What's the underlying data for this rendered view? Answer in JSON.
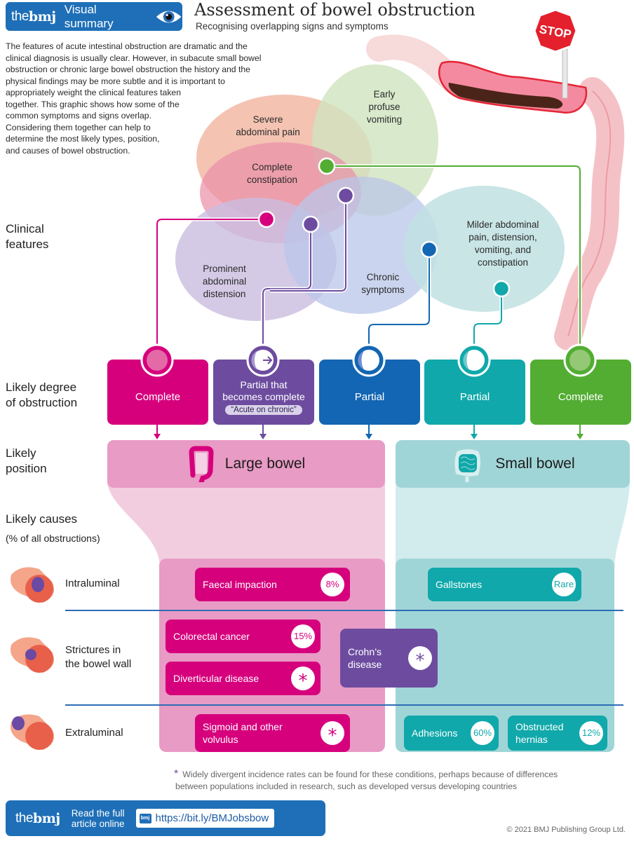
{
  "header": {
    "brand_the": "the",
    "brand_bmj": "bmj",
    "brand_label": "Visual summary",
    "title": "Assessment of bowel obstruction",
    "subtitle": "Recognising overlapping signs and symptoms"
  },
  "intro_lines": [
    "The features of acute intestinal obstruction are dramatic and the",
    "clinical diagnosis is usually clear. However, in subacute small bowel",
    "obstruction or chronic large bowel obstruction the history and the",
    "physical findings may be more subtle and it is important to",
    "appropriately weight the clinical features taken",
    "together. This graphic shows how some of the",
    "common symptoms and signs overlap.",
    "Considering them together can help to",
    "determine the most likely types, position,",
    "and causes of bowel obstruction."
  ],
  "illustration": {
    "stop_sign_text": "STOP"
  },
  "row_labels": {
    "clinical_features": [
      "Clinical",
      "features"
    ],
    "degree": [
      "Likely degree",
      "of obstruction"
    ],
    "position": [
      "Likely",
      "position"
    ],
    "causes": "Likely causes",
    "causes_sub": "(% of all obstructions)"
  },
  "clinical_features": [
    {
      "id": "severe-pain",
      "lines": [
        "Severe",
        "abdominal pain"
      ],
      "color": "#f2b8a4"
    },
    {
      "id": "vomiting",
      "lines": [
        "Early",
        "profuse",
        "vomiting"
      ],
      "color": "#cfe3bf"
    },
    {
      "id": "constipation",
      "lines": [
        "Complete",
        "constipation"
      ],
      "color": "#e98ea8"
    },
    {
      "id": "distension",
      "lines": [
        "Prominent",
        "abdominal",
        "distension"
      ],
      "color": "#c9bde0"
    },
    {
      "id": "chronic",
      "lines": [
        "Chronic",
        "symptoms"
      ],
      "color": "#b9c6e8"
    },
    {
      "id": "milder",
      "lines": [
        "Milder abdominal",
        "pain, distension,",
        "vomiting, and",
        "constipation"
      ],
      "color": "#bfe0e2"
    }
  ],
  "degrees": [
    {
      "label": "Complete",
      "color": "#d6007d",
      "icon": "complete-obstruction"
    },
    {
      "label_lines": [
        "Partial that",
        "becomes complete"
      ],
      "pill": "“Acute on chronic”",
      "color": "#6d4c9f",
      "icon": "partial-to-complete"
    },
    {
      "label": "Partial",
      "color": "#1366b3",
      "icon": "partial-obstruction"
    },
    {
      "label": "Partial",
      "color": "#10a8aa",
      "icon": "partial-obstruction"
    },
    {
      "label": "Complete",
      "color": "#52ad32",
      "icon": "complete-obstruction"
    }
  ],
  "positions": {
    "large": {
      "label": "Large bowel",
      "color": "#e89bc4"
    },
    "small": {
      "label": "Small bowel",
      "color": "#a0d5d7"
    }
  },
  "cause_types": [
    {
      "label_lines": [
        "Intraluminal"
      ]
    },
    {
      "label_lines": [
        "Strictures in",
        "the bowel wall"
      ]
    },
    {
      "label_lines": [
        "Extraluminal"
      ]
    }
  ],
  "causes": {
    "faecal": {
      "label_lines": [
        "Faecal impaction"
      ],
      "value": "8%"
    },
    "gallstones": {
      "label_lines": [
        "Gallstones"
      ],
      "value": "Rare"
    },
    "colorectal": {
      "label_lines": [
        "Colorectal cancer"
      ],
      "value": "15%"
    },
    "diverticular": {
      "label_lines": [
        "Diverticular disease"
      ],
      "value": "*"
    },
    "crohns": {
      "label_lines": [
        "Crohn’s",
        "disease"
      ],
      "value": "*"
    },
    "volvulus": {
      "label_lines": [
        "Sigmoid and other",
        "volvulus"
      ],
      "value": "*"
    },
    "adhesions": {
      "label_lines": [
        "Adhesions"
      ],
      "value": "60%"
    },
    "hernias": {
      "label_lines": [
        "Obstructed",
        "hernias"
      ],
      "value": "12%"
    }
  },
  "footnote": {
    "symbol": "*",
    "lines": [
      "Widely divergent incidence rates can be found for these conditions, perhaps because of differences",
      "between populations included in research, such as developed versus developing countries"
    ]
  },
  "footer": {
    "brand_the": "the",
    "brand_bmj": "bmj",
    "read_lines": [
      "Read the full",
      "article online"
    ],
    "mini_logo": "bmj",
    "url": "https://bit.ly/BMJobsbow",
    "copyright": "© 2021 BMJ Publishing Group Ltd."
  }
}
